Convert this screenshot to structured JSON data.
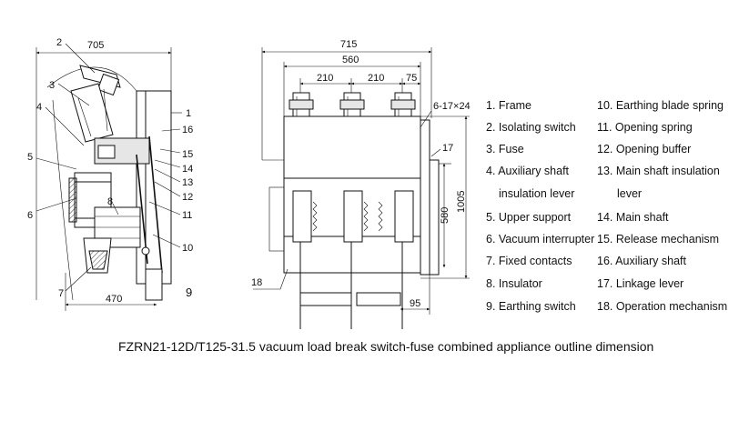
{
  "caption": "FZRN21-12D/T125-31.5 vacuum load break switch-fuse combined appliance outline dimension",
  "side_view": {
    "dim_width": "705",
    "dim_depth": "470",
    "callouts": [
      "1",
      "2",
      "3",
      "4",
      "5",
      "6",
      "7",
      "8",
      "9",
      "10",
      "11",
      "12",
      "13",
      "14",
      "15",
      "16"
    ]
  },
  "front_view": {
    "dim_overall": "715",
    "dim_inner": "560",
    "dim_pitch_1": "210",
    "dim_pitch_2": "210",
    "dim_offset": "75",
    "dim_holes": "6-17×24",
    "dim_height_outer": "1005",
    "dim_height_inner": "580",
    "dim_base": "95",
    "callouts": [
      "17",
      "18"
    ]
  },
  "legend_left": [
    "1. Frame",
    "2. Isolating switch",
    "3. Fuse",
    "4. Auxiliary shaft",
    "insulation lever",
    "5. Upper support",
    "6. Vacuum interrupter",
    "7. Fixed contacts",
    "8. Insulator",
    "9. Earthing switch"
  ],
  "legend_right": [
    "10. Earthing blade spring",
    "11. Opening spring",
    "12. Opening buffer",
    "13. Main shaft insulation",
    "lever",
    "14. Main shaft",
    "15. Release mechanism",
    "16. Auxiliary shaft",
    "17. Linkage lever",
    "18. Operation mechanism"
  ]
}
